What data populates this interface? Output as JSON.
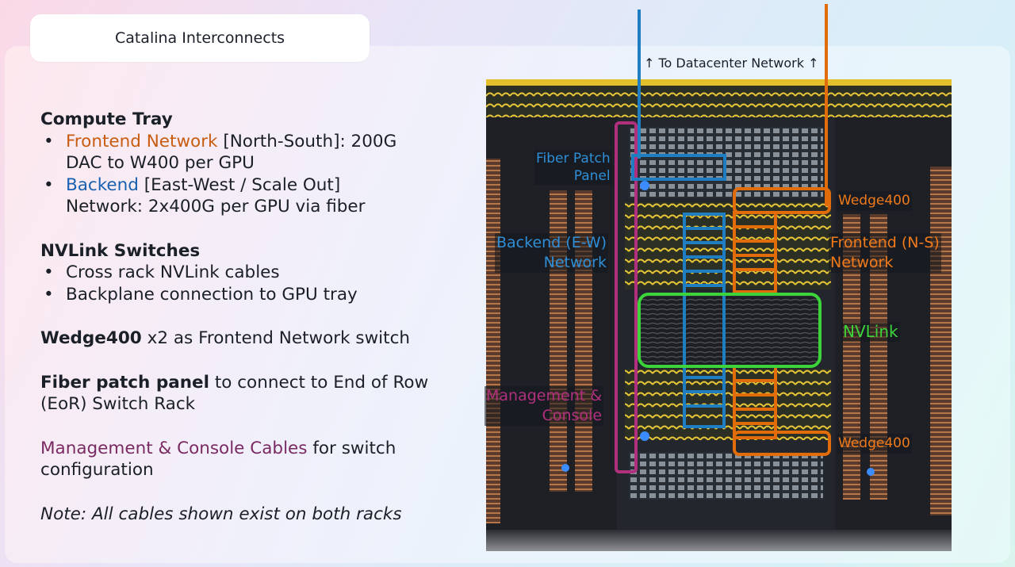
{
  "title": "Catalina Interconnects",
  "compute_tray": {
    "heading": "Compute Tray",
    "frontend_label": "Frontend Network",
    "frontend_rest_1": " [North-South]: 200G",
    "frontend_rest_2": "DAC to W400 per GPU",
    "backend_label": "Backend",
    "backend_rest_1": " [East-West / Scale Out]",
    "backend_rest_2": "Network: 2x400G  per GPU via fiber"
  },
  "nvlink_switches": {
    "heading": "NVLink Switches",
    "items": [
      "Cross rack NVLink cables",
      "Backplane connection to GPU tray"
    ]
  },
  "wedge": {
    "bold": "Wedge400",
    "rest": " x2 as Frontend Network switch"
  },
  "fiber": {
    "bold": "Fiber patch panel",
    "rest_1": " to connect to End of Row",
    "rest_2": "(EoR) Switch Rack"
  },
  "mgmt": {
    "label": "Management & Console Cables",
    "rest_1": " for switch",
    "rest_2": "configuration"
  },
  "note": "Note: All cables shown exist on both racks",
  "diagram": {
    "datacenter_label": "↑ To Datacenter Network ↑",
    "fiber_patch_label_1": "Fiber Patch",
    "fiber_patch_label_2": "Panel",
    "backend_label_1": "Backend (E-W)",
    "backend_label_2": "Network",
    "frontend_label_1": "Frontend (N-S)",
    "frontend_label_2": "Network",
    "wedge_top": "Wedge400",
    "wedge_bottom": "Wedge400",
    "nvlink_label": "NVLink",
    "mgmt_label_1": "Management &",
    "mgmt_label_2": "Console"
  },
  "colors": {
    "frontend": "#e36c0a",
    "backend": "#1f7ec1",
    "nvlink": "#3dd33a",
    "management": "#b0307e",
    "cable_yellow": "#e8c431"
  }
}
